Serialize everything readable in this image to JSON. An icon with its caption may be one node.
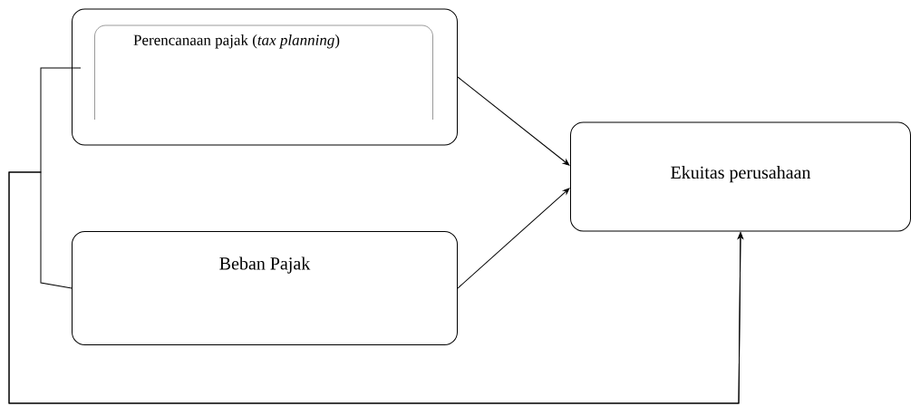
{
  "diagram": {
    "nodes": [
      {
        "text": [
          "Perencanaan pajak (*tax planning*)"
        ]
      },
      {
        "text": [
          "Beban Pajak"
        ]
      },
      {
        "text": [
          "Ekuitas perusahaan"
        ]
      }
    ],
    "edges": [
      {
        "from": 0,
        "to": 2,
        "arrow": "to"
      },
      {
        "from": 1,
        "to": 2,
        "arrow": "to"
      },
      {
        "from": 0,
        "to": 2,
        "arrow": "to"
      },
      {
        "from": 1,
        "to": 2,
        "arrow": "to"
      }
    ]
  }
}
